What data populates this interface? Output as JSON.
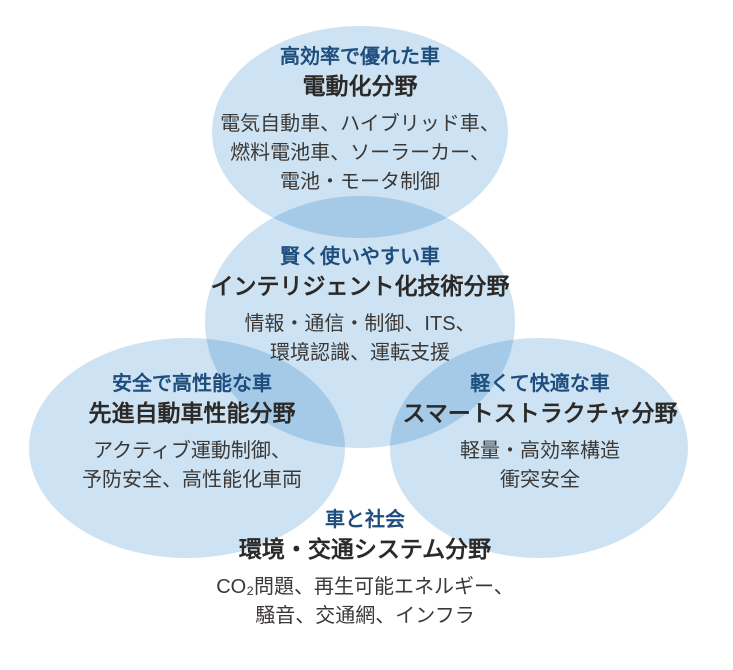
{
  "diagram": {
    "background_color": "#ffffff",
    "ellipse_fill_color": "#cde3f3",
    "overlap_color": "#a8cee8",
    "tagline_color": "#1e4e7e",
    "title_color": "#2b2a29",
    "body_color": "#3b3836",
    "groups": [
      {
        "id": "electrification",
        "tagline": "高効率で優れた車",
        "title": "電動化分野",
        "lines": [
          "電気自動車、ハイブリッド車、",
          "燃料電池車、ソーラーカー、",
          "電池・モータ制御"
        ]
      },
      {
        "id": "intelligent-technology",
        "tagline": "賢く使いやすい車",
        "title": "インテリジェント化技術分野",
        "lines": [
          "情報・通信・制御、ITS、",
          "環境認識、運転支援"
        ]
      },
      {
        "id": "advanced-vehicle-performance",
        "tagline": "安全で高性能な車",
        "title": "先進自動車性能分野",
        "lines": [
          "アクティブ運動制御、",
          "予防安全、高性能化車両"
        ]
      },
      {
        "id": "smart-structure",
        "tagline": "軽くて快適な車",
        "title": "スマートストラクチャ分野",
        "lines": [
          "軽量・高効率構造",
          "衝突安全"
        ]
      },
      {
        "id": "environment-traffic-system",
        "tagline": "車と社会",
        "title": "環境・交通システム分野",
        "lines": [
          "CO₂問題、再生可能エネルギー、",
          "騒音、交通網、インフラ"
        ]
      }
    ]
  }
}
